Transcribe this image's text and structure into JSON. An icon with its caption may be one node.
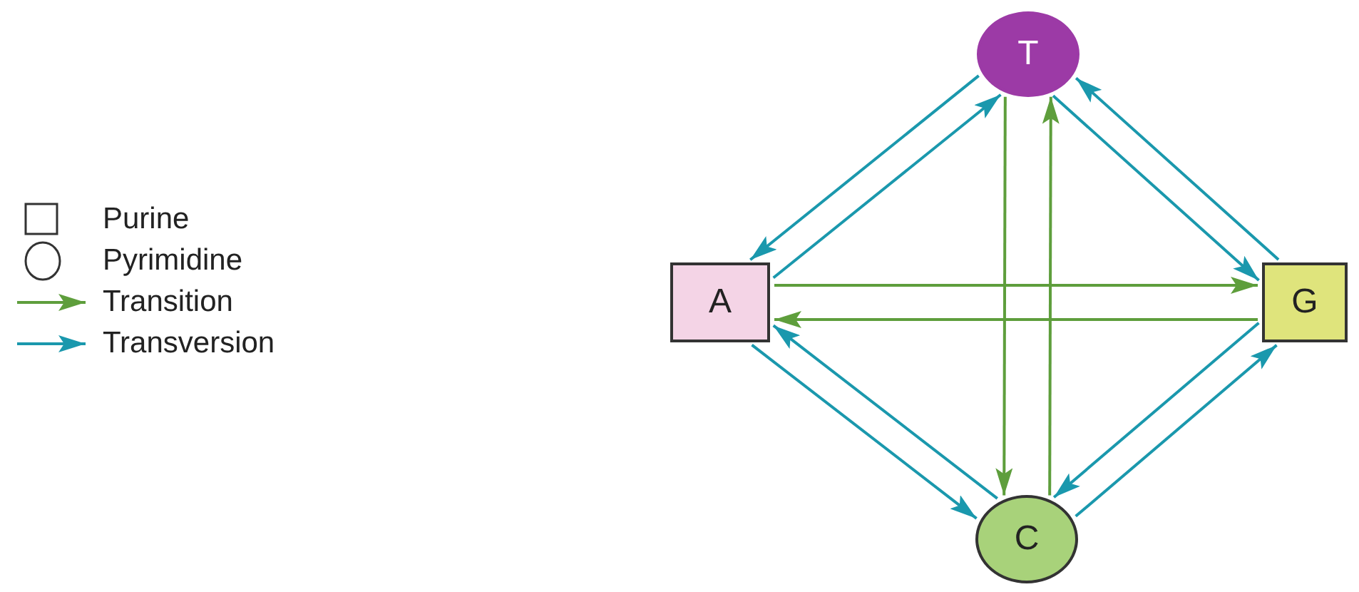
{
  "diagram": {
    "nodes": [
      {
        "text": [
          "T"
        ]
      },
      {
        "text": [
          "A"
        ]
      },
      {
        "text": [
          "G"
        ]
      },
      {
        "text": [
          "C"
        ]
      }
    ],
    "edges": [
      {
        "from": 0,
        "to": 1,
        "arrow": "to"
      },
      {
        "from": 1,
        "to": 0,
        "arrow": "to"
      },
      {
        "from": 0,
        "to": 2,
        "arrow": "to"
      },
      {
        "from": 2,
        "to": 0,
        "arrow": "to"
      },
      {
        "from": 1,
        "to": 3,
        "arrow": "to"
      },
      {
        "from": 3,
        "to": 1,
        "arrow": "to"
      },
      {
        "from": 2,
        "to": 3,
        "arrow": "to"
      },
      {
        "from": 3,
        "to": 2,
        "arrow": "to"
      },
      {
        "from": 1,
        "to": 2,
        "arrow": "to",
        "color": "#5e9e3c"
      },
      {
        "from": 2,
        "to": 1,
        "arrow": "to",
        "color": "#5e9e3c"
      },
      {
        "from": 0,
        "to": 3,
        "arrow": "to",
        "color": "#5e9e3c"
      },
      {
        "from": 3,
        "to": 0,
        "arrow": "to",
        "color": "#5e9e3c"
      }
    ],
    "legend": [
      {
        "text": "Purine"
      },
      {
        "text": "Pyrimidine"
      },
      {
        "text": "Transition"
      },
      {
        "text": "Transversion"
      }
    ]
  }
}
